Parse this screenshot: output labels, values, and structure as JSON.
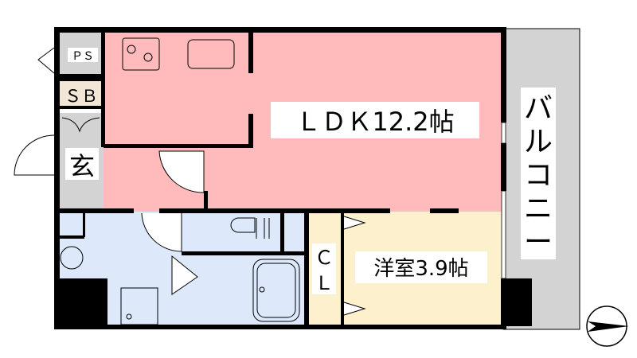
{
  "plan": {
    "rooms": {
      "ps": "ＰＳ",
      "sb": "ＳＢ",
      "entrance": "玄",
      "ldk": "ＬＤＫ12.2帖",
      "western_room": "洋室3.9帖",
      "closet_c": "Ｃ",
      "closet_l": "Ｌ",
      "balcony": [
        "バ",
        "ル",
        "コ",
        "ニ",
        "ー"
      ]
    },
    "colors": {
      "ldk": "#ffbbbb",
      "wet": "#dde9fb",
      "western": "#fdf0cd",
      "gray": "#d3d3d3",
      "sb": "#f2e6d6"
    },
    "icons": [
      "compass-north-arrow-icon",
      "stove-icon",
      "sink-icon",
      "toilet-icon",
      "bathtub-icon",
      "washbasin-icon",
      "washing-machine-icon",
      "door-swing-icon"
    ]
  }
}
